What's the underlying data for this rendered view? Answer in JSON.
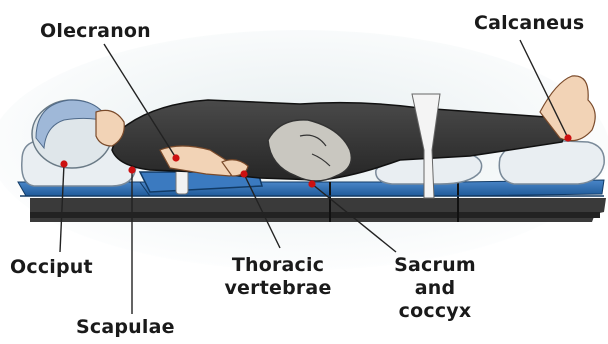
{
  "labels": {
    "olecranon": "Olecranon",
    "calcaneus": "Calcaneus",
    "occiput": "Occiput",
    "scapulae": "Scapulae",
    "thoracic_line1": "Thoracic",
    "thoracic_line2": "vertebrae",
    "sacrum_line1": "Sacrum",
    "sacrum_line2": "and",
    "sacrum_line3": "coccyx"
  },
  "colors": {
    "pressure_point": "#cc1111",
    "table_blue": "#2d6fb8",
    "table_base": "#3a3a3a",
    "body_suit": "#3b3b3b",
    "pillow": "#e9eef2",
    "background_tint": "#e6eef0"
  }
}
